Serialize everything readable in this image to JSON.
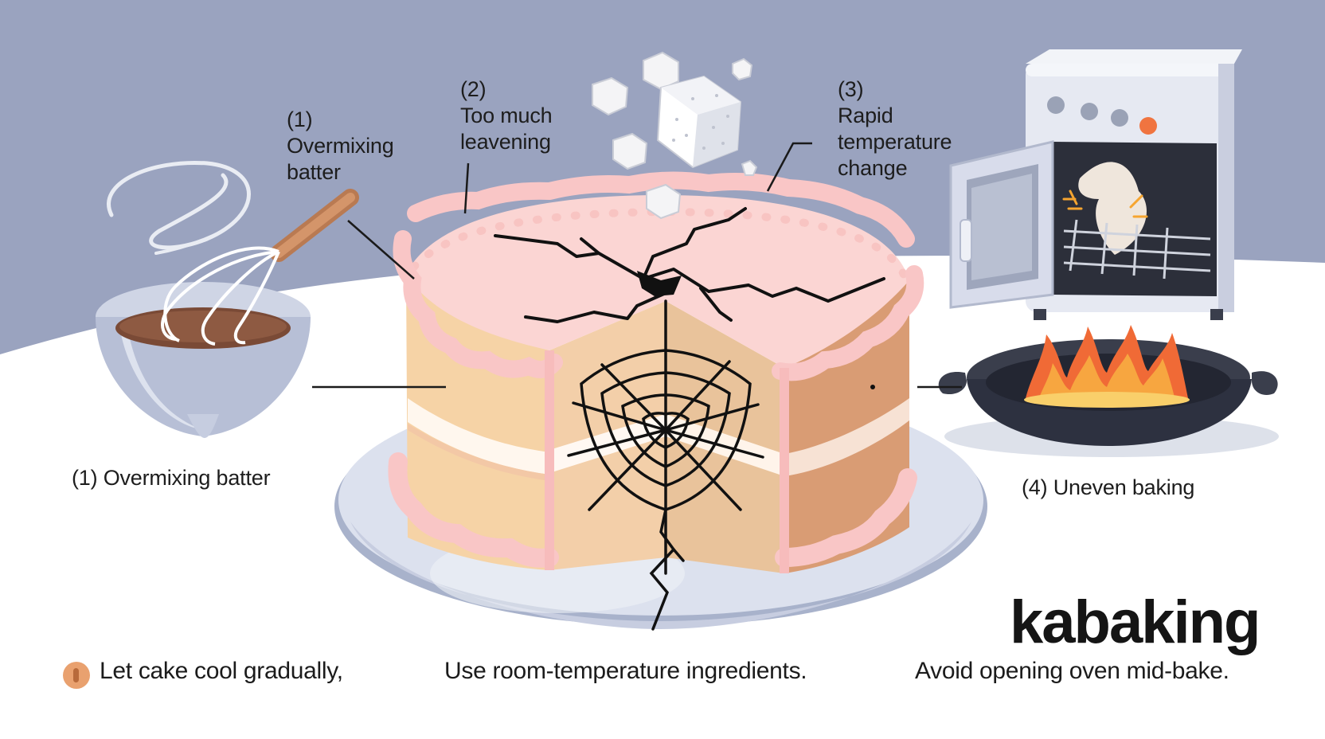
{
  "labels": {
    "overmixing": {
      "number": "(1)",
      "line1": "Overmixing",
      "line2": "batter"
    },
    "leavening": {
      "number": "(2)",
      "line1": "Too much",
      "line2": "leavening"
    },
    "temperature": {
      "number": "(3)",
      "line1": "Rapid",
      "line2": "temperature",
      "line3": "change"
    },
    "overmixing_caption": "(1) Overmixing batter",
    "uneven_caption": "(4) Uneven baking"
  },
  "brand": "kabaking",
  "tips": [
    "Let cake cool gradually,",
    "Use room-temperature ingredients.",
    "Avoid opening oven mid-bake."
  ],
  "icons": [
    "bullet-icon",
    "whisk-icon",
    "mixing-bowl-icon",
    "sugar-cube-icon",
    "oven-icon",
    "skillet-icon",
    "flame-icon",
    "cracked-cake-icon",
    "cake-stand-icon"
  ],
  "colors": {
    "background_top": "#9aa3bf",
    "frosting": "#f9cfcf",
    "sponge": "#f6d3a6",
    "sponge_shadow": "#d99c74",
    "flame": "#f0703a",
    "bullet": "#e9a16f"
  }
}
